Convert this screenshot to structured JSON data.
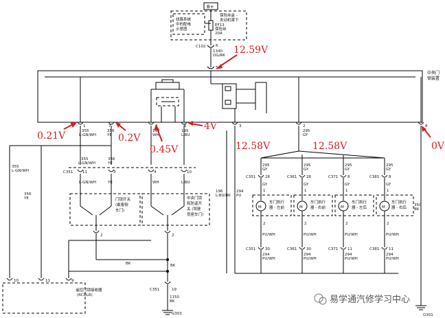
{
  "supply": {
    "label": "B+"
  },
  "fuse_box": {
    "label_line1": "保险丝盒 -",
    "label_line2": "发动机罩下"
  },
  "power_note": {
    "line1": "线路系统",
    "line2": "中的配电",
    "line3": "示意图"
  },
  "fuse": {
    "id": "EF13",
    "name": "保险丝",
    "rating": "20A"
  },
  "main_connector": {
    "id": "C102",
    "pin": "6",
    "wire": "1340",
    "color": "OG/RK"
  },
  "module": {
    "label_line1": "中央门",
    "label_line2": "锁装置",
    "input_pin": "5"
  },
  "module_pins": [
    {
      "pin": "1",
      "wire": "355",
      "color": "L-GN/WH"
    },
    {
      "pin": "7",
      "wire": "356",
      "color": "YE"
    },
    {
      "pin": "4",
      "wire": "194",
      "color": "WH"
    },
    {
      "pin": "6",
      "wire": "195",
      "color": "L-BU"
    },
    {
      "pin": "3",
      "wire": "",
      "color": ""
    },
    {
      "pin": "2",
      "wire": "295",
      "color": "GY"
    },
    {
      "pin": "8",
      "wire": "",
      "color": ""
    }
  ],
  "measurements": [
    "12.59V",
    "0.21V",
    "0.2V",
    "0.45V",
    "4V",
    "12.58V",
    "12.58V",
    "0V"
  ],
  "left_wires": {
    "wire_355": "355",
    "color_355": "L-GN/WH",
    "wire_356": "356",
    "color_356": "YE"
  },
  "c351": {
    "id": "C351",
    "pins": [
      "11",
      "3",
      "4",
      "10"
    ],
    "top_wires": [
      "355",
      "356"
    ],
    "top_colors": [
      "L-GN/WH",
      "YE"
    ],
    "bottom_colors": [
      "L-GN/WH",
      "YE",
      "WH",
      "L-BU"
    ]
  },
  "switch_left": {
    "line1": "门锁开关",
    "line2": "(乘客侧",
    "line3": "车门)"
  },
  "switch_right": {
    "line1": "中央门锁",
    "line2": "和防盗开",
    "line3": "关 (驾驶",
    "line4": "员座车门)"
  },
  "switch_ground_pin": "2",
  "wire_196": {
    "wire": "196",
    "color": "L-BU/BK"
  },
  "wire_294": {
    "wire": "294",
    "color": "PU"
  },
  "ground_bus": {
    "color": "BK",
    "color2": "BK"
  },
  "c351_lower": {
    "id": "C351",
    "pin": "19",
    "wire": "1150",
    "color": "BK"
  },
  "ground_left": "G303",
  "ground_right": "G301",
  "wire_350": {
    "wire": "350",
    "color": "BK"
  },
  "receiver": {
    "line1": "遥控门锁接收器",
    "line2": "(RCDLR)",
    "pins": [
      "10",
      "11",
      "9"
    ]
  },
  "actuators": [
    {
      "label1": "车门执行",
      "label2": "器 - 左前",
      "conn": "C351",
      "pin_top": "28",
      "pin_bottom": "30"
    },
    {
      "label1": "车门执行",
      "label2": "器 - 右前",
      "conn": "C361",
      "pin_top": "28",
      "pin_bottom": "30"
    },
    {
      "label1": "车门执行",
      "label2": "器 - 左后",
      "conn": "C371",
      "pin_top": "8",
      "pin_bottom": "11"
    },
    {
      "label1": "车门执行",
      "label2": "器 - 右后",
      "conn": "C381",
      "pin_top": "8",
      "pin_bottom": "11"
    }
  ],
  "actuator_wires": {
    "top_wire": "295",
    "top_color": "GY",
    "mid_pin": "1",
    "mid_color": "GY",
    "low_pin": "2",
    "low_color": "PU/WH",
    "bottom_wire": "294",
    "bottom_color": "PU/WH"
  },
  "motor_symbol": "M",
  "watermark": "易学通汽修学习中心"
}
